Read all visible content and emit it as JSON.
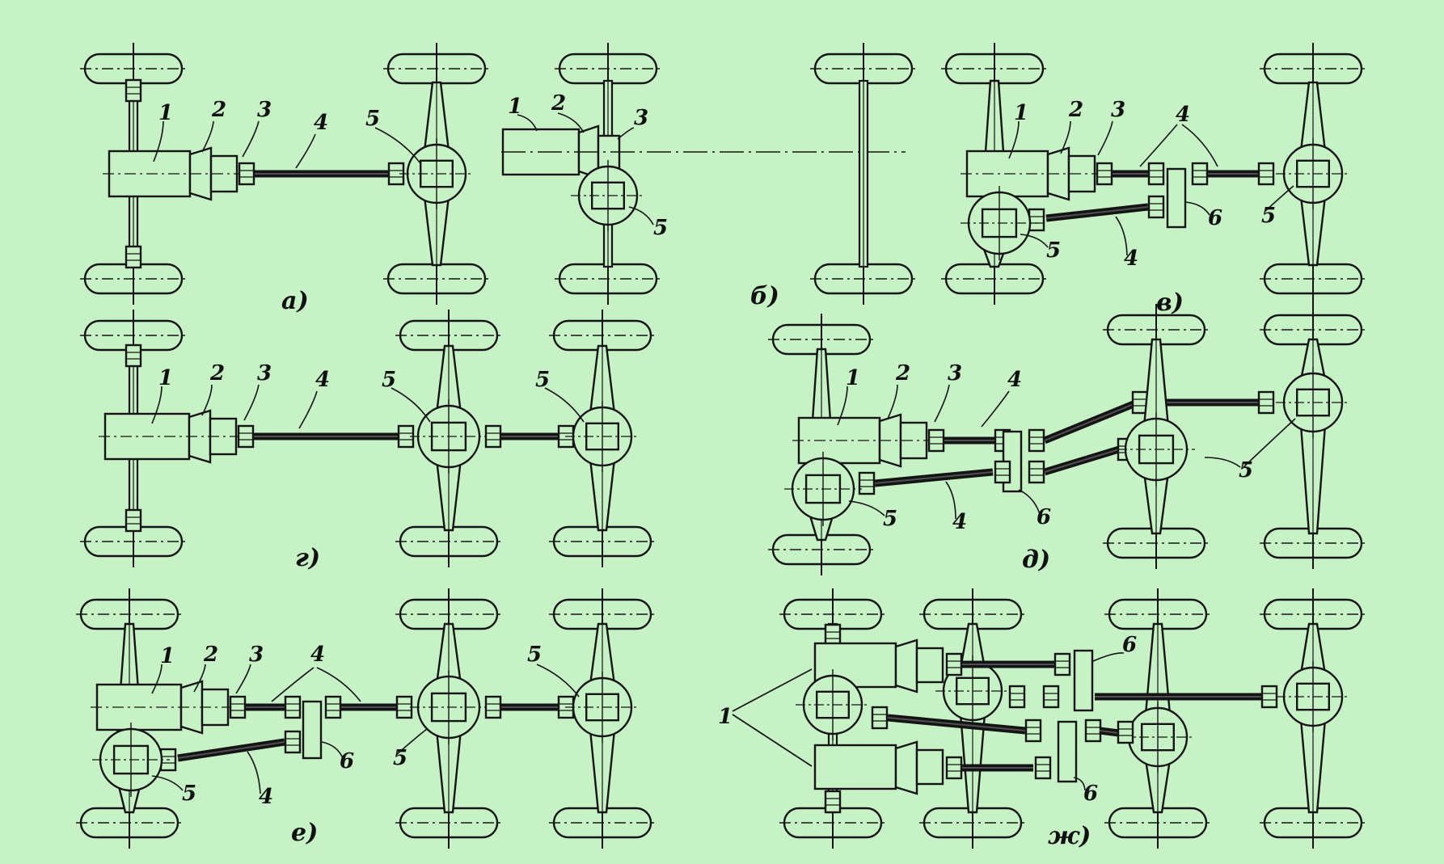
{
  "colors": {
    "background": "#c6f2c6",
    "ink": "#141414",
    "shaft": "#505050",
    "fill": "#c6f2c6"
  },
  "figure": {
    "panel_labels": [
      "а)",
      "б)",
      "в)",
      "г)",
      "д)",
      "е)",
      "ж)"
    ],
    "callouts": {
      "engine": "1",
      "clutch": "2",
      "gearbox": "3",
      "cardan_shaft": "4",
      "drive_axle": "5",
      "transfer_case": "6"
    }
  }
}
